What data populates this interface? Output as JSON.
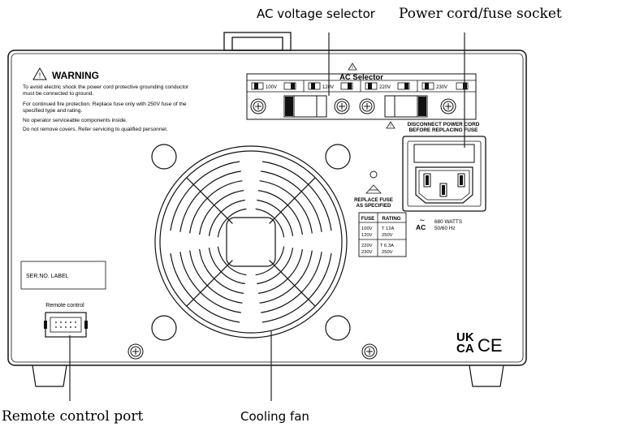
{
  "callouts": {
    "ac_voltage_selector": "AC voltage selector",
    "power_cord_fuse_socket": "Power cord/fuse socket",
    "remote_control_port": "Remote control port",
    "cooling_fan": "Cooling fan"
  },
  "warning": {
    "title": "WARNING",
    "lines": [
      "To avoid electric shock the power cord protective grounding conductor",
      "must be connected to ground.",
      "For continued fire protection. Replace fuse only with 250V fuse of the",
      "specified type and rating.",
      "No operator serviceable components inside.",
      "Do not remove covers. Refer servicing to qualified personnel."
    ]
  },
  "ac_selector": {
    "title": "AC Selector",
    "voltages": [
      "100V",
      "120V",
      "220V",
      "230V"
    ]
  },
  "disconnect_notice": [
    "DISCONNECT POWER CORD",
    "BEFORE REPLACING FUSE"
  ],
  "replace_fuse": [
    "REPLACE FUSE",
    "AS SPECIFIED"
  ],
  "fuse_table": {
    "headers": [
      "FUSE",
      "RATING"
    ],
    "rows": [
      {
        "voltage": [
          "100V",
          "120V"
        ],
        "rating": [
          "T 12A",
          "250V"
        ]
      },
      {
        "voltage": [
          "220V",
          "230V"
        ],
        "rating": [
          "T 6.3A",
          "250V"
        ]
      }
    ]
  },
  "ac_power": {
    "symbol": "AC",
    "watts": "680 WATTS",
    "freq": "50/60 Hz"
  },
  "serial_label": "SER.NO. LABEL",
  "remote_label": "Remote control",
  "marks": {
    "ukca_top": "UK",
    "ukca_bottom": "CA",
    "ce": "CE"
  }
}
